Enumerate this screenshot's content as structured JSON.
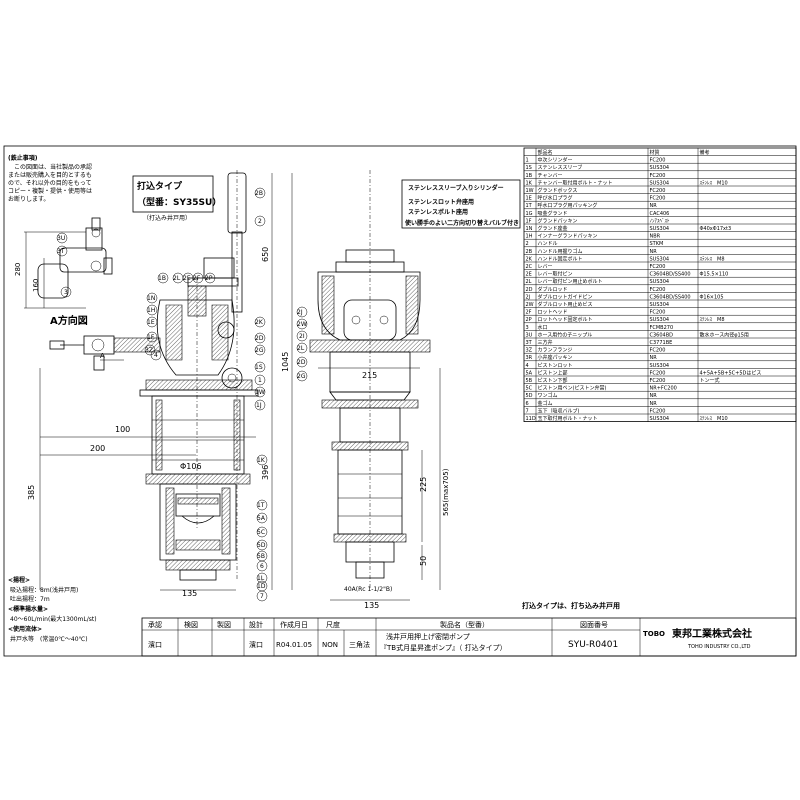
{
  "notes": {
    "title": "(鉄止事項)",
    "lines": [
      "この図面は、当社製品の承認",
      "または販売購入を目的とするも",
      "ので、それ以外の目的をもって",
      "コピー・複製・提供・使用等は",
      "お断りします。"
    ]
  },
  "type_box": {
    "title": "打込タイプ",
    "model": "（型番：SY35SU）",
    "sub": "（打込み井戸用）"
  },
  "cylinder_box": {
    "title": "ステンレススリーブ入りシリンダー",
    "lines": [
      "ステンレスロット弁座用",
      "ステンレスボルト座用",
      "使い勝手のよい二方向切り替えバルブ付き"
    ]
  },
  "view_label": "A方向図",
  "dims": {
    "d280": "280",
    "d160": "160",
    "d100": "100",
    "d200": "200",
    "d385": "385",
    "d650": "650",
    "d1045": "1045",
    "d396": "396",
    "d135": "135",
    "d106": "Φ106",
    "d215": "215",
    "d565": "565(max705)",
    "d225": "225",
    "d50": "50",
    "d135b": "135",
    "pipe": "40A(Rc 1-1/2\"B)"
  },
  "callouts_left": [
    "3U",
    "3T",
    "3",
    "3Z",
    "4",
    "1B",
    "2L",
    "1N",
    "1H",
    "1E",
    "1F",
    "1K",
    "1T",
    "5A",
    "5C",
    "5D",
    "5B",
    "6",
    "1L",
    "1D",
    "7"
  ],
  "callouts_mid": [
    "2B",
    "2",
    "2E",
    "2F",
    "2P",
    "2K",
    "2D",
    "2G",
    "1S",
    "1",
    "1W",
    "1J"
  ],
  "callouts_right": [
    "2J",
    "2W",
    "2I",
    "2L",
    "2D",
    "2G"
  ],
  "arrow_label": "A",
  "parts": {
    "headers": [
      "",
      "部品名",
      "材質",
      "備考"
    ],
    "rows": [
      [
        "1",
        "中次シリンダー",
        "FC200",
        ""
      ],
      [
        "1S",
        "ステンレススリーブ",
        "SUS304",
        ""
      ],
      [
        "1B",
        "チャンバー",
        "FC200",
        ""
      ],
      [
        "1K",
        "チャンバー取付用ボルト・ナット",
        "SUS304",
        "ｽﾃﾝﾚｽ　M10"
      ],
      [
        "1W",
        "グランドボックス",
        "FC200",
        ""
      ],
      [
        "1E",
        "呼び水口プラグ",
        "FC200",
        ""
      ],
      [
        "1T",
        "呼水口プラグ用パッキング",
        "NR",
        ""
      ],
      [
        "1G",
        "吸金グランド",
        "CAC406",
        ""
      ],
      [
        "1F",
        "グランドパッキン",
        "ﾉﾝｱｽﾍﾞｽﾄ",
        ""
      ],
      [
        "1N",
        "グランド座金",
        "SUS304",
        "Φ40xΦ17xt3"
      ],
      [
        "1H",
        "インナーグランドパッキン",
        "NBR",
        ""
      ],
      [
        "2",
        "ハンドル",
        "STKM",
        ""
      ],
      [
        "2B",
        "ハンドル用握りゴム",
        "NR",
        ""
      ],
      [
        "2K",
        "ハンドル固定ボルト",
        "SUS304",
        "ｽﾃﾝﾚｽ　M8"
      ],
      [
        "2C",
        "レバー",
        "FC200",
        ""
      ],
      [
        "2E",
        "レバー取付ピン",
        "C3604BD/SS400",
        "Φ15.5×110"
      ],
      [
        "2L",
        "レバー取付ピン用止めボルト",
        "SUS304",
        ""
      ],
      [
        "2D",
        "ダブルロッド",
        "FC200",
        ""
      ],
      [
        "2J",
        "ダブルロットガイドピン",
        "C3604BD/SS400",
        "Φ16×105"
      ],
      [
        "2W",
        "ダブルロット用止めビス",
        "SUS304",
        ""
      ],
      [
        "2F",
        "ロットヘッド",
        "FC200",
        ""
      ],
      [
        "2P",
        "ロットヘッド固定ボルト",
        "SUS304",
        "ｽﾃﾝﾚｽ　M8"
      ],
      [
        "3",
        "水口",
        "FCMB270",
        ""
      ],
      [
        "3U",
        "ホース用竹の子ニップル",
        "C3604BD",
        "散水ホース内径φ15用"
      ],
      [
        "3T",
        "三方弁",
        "C3771BE",
        ""
      ],
      [
        "3Z",
        "カランフランジ",
        "FC200",
        ""
      ],
      [
        "3R",
        "小弁座パッキン",
        "NR",
        ""
      ],
      [
        "4",
        "ピストンロット",
        "SUS304",
        ""
      ],
      [
        "5A",
        "ピストン上部",
        "FC200",
        "4+5A+5B+5C+5Dはピス"
      ],
      [
        "5B",
        "ピストン下部",
        "FC200",
        "トン一式"
      ],
      [
        "5C",
        "ピストン用ベン(ピストン弁當)",
        "NR+FC200",
        ""
      ],
      [
        "5D",
        "ワンゴム",
        "NR",
        ""
      ],
      [
        "6",
        "金ゴム",
        "NR",
        ""
      ],
      [
        "7",
        "玉下（吸収バルブ)",
        "FC200",
        ""
      ],
      [
        "11D",
        "玉下取付用ボルト・ナット",
        "SUS304",
        "ｽﾃﾝﾚｽ　M10"
      ]
    ]
  },
  "type_note": "打込タイプは、打ち込み井戸用",
  "specs": {
    "h1": "<揚程>",
    "l1": "吸込揚程：8m(浅井戸用)",
    "l2": "吐出揚程：7m",
    "h2": "<標準揚水量>",
    "l3": "40～60L/min(最大1300mL/st)",
    "h3": "<使用流体>",
    "l4": "井戸水等　(常温0℃～40℃)"
  },
  "title_block": {
    "headers": [
      "承認",
      "検図",
      "製図",
      "設計",
      "作成月日",
      "尺度",
      "",
      "製品名（型番）",
      "図面番号"
    ],
    "values": [
      "濱口",
      "",
      "",
      "濱口",
      "R04.01.05",
      "NON",
      "三角法"
    ],
    "product1": "浅井戸用押上げ密閉ポンプ",
    "product2": "『TB式月星昇進ポンプ』（ 打込タイプ）",
    "drawing_no": "SYU-R0401",
    "brand": "TOBO",
    "company": "東邦工業株式会社",
    "company_en": "TOHO INDUSTRY CO.,LTD"
  }
}
